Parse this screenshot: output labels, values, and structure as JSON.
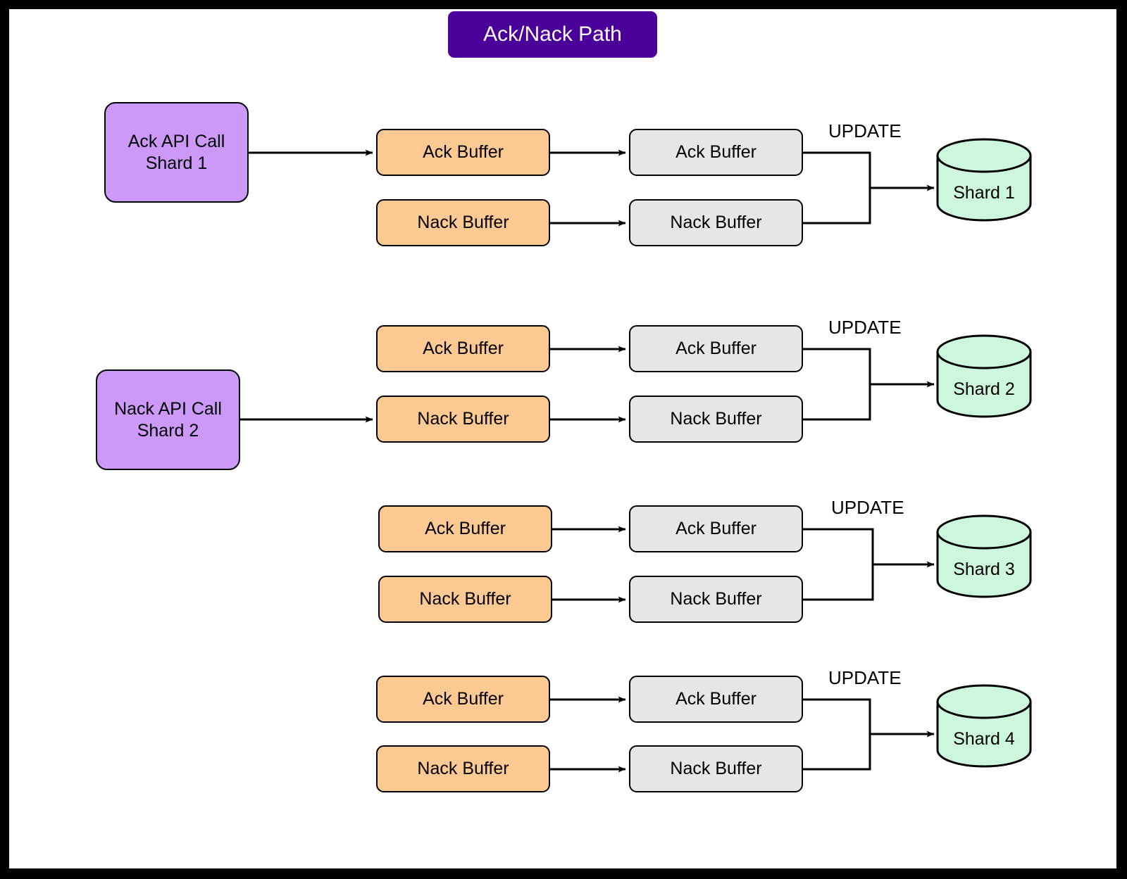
{
  "diagram": {
    "title": "Ack/Nack Path",
    "colors": {
      "title_banner": "#4b0099",
      "title_text": "#ffffff",
      "api_call": "#cc99f8",
      "buffer_source": "#fcc992",
      "buffer_target": "#e6e6e6",
      "shard_db": "#ccf7dd",
      "stroke": "#000000",
      "frame": "#000000",
      "background": "#ffffff"
    },
    "api_calls": [
      {
        "id": "ack-api-call-shard-1",
        "line1": "Ack API Call",
        "line2": "Shard 1",
        "label": "Ack API Call\nShard 1"
      },
      {
        "id": "nack-api-call-shard-2",
        "line1": "Nack API Call",
        "line2": "Shard 2",
        "label": "Nack API Call\nShard 2"
      }
    ],
    "edge_label": "UPDATE",
    "groups": [
      {
        "id": "group-shard-1",
        "shard": "Shard 1",
        "source_buffers": [
          {
            "id": "source-ack-buffer-1",
            "label": "Ack Buffer"
          },
          {
            "id": "source-nack-buffer-1",
            "label": "Nack Buffer"
          }
        ],
        "target_buffers": [
          {
            "id": "target-ack-buffer-1",
            "label": "Ack Buffer"
          },
          {
            "id": "target-nack-buffer-1",
            "label": "Nack Buffer"
          }
        ],
        "update_label": "UPDATE",
        "entry_from": "Ack API Call Shard 1",
        "entry_target": "Ack Buffer"
      },
      {
        "id": "group-shard-2",
        "shard": "Shard 2",
        "source_buffers": [
          {
            "id": "source-ack-buffer-2",
            "label": "Ack Buffer"
          },
          {
            "id": "source-nack-buffer-2",
            "label": "Nack Buffer"
          }
        ],
        "target_buffers": [
          {
            "id": "target-ack-buffer-2",
            "label": "Ack Buffer"
          },
          {
            "id": "target-nack-buffer-2",
            "label": "Nack Buffer"
          }
        ],
        "update_label": "UPDATE",
        "entry_from": "Nack API Call Shard 2",
        "entry_target": "Nack Buffer"
      },
      {
        "id": "group-shard-3",
        "shard": "Shard 3",
        "source_buffers": [
          {
            "id": "source-ack-buffer-3",
            "label": "Ack Buffer"
          },
          {
            "id": "source-nack-buffer-3",
            "label": "Nack Buffer"
          }
        ],
        "target_buffers": [
          {
            "id": "target-ack-buffer-3",
            "label": "Ack Buffer"
          },
          {
            "id": "target-nack-buffer-3",
            "label": "Nack Buffer"
          }
        ],
        "update_label": "UPDATE",
        "entry_from": null,
        "entry_target": null
      },
      {
        "id": "group-shard-4",
        "shard": "Shard 4",
        "source_buffers": [
          {
            "id": "source-ack-buffer-4",
            "label": "Ack Buffer"
          },
          {
            "id": "source-nack-buffer-4",
            "label": "Nack Buffer"
          }
        ],
        "target_buffers": [
          {
            "id": "target-ack-buffer-4",
            "label": "Ack Buffer"
          },
          {
            "id": "target-nack-buffer-4",
            "label": "Nack Buffer"
          }
        ],
        "update_label": "UPDATE",
        "entry_from": null,
        "entry_target": null
      }
    ],
    "shards": [
      {
        "id": "shard-db-1",
        "label": "Shard 1"
      },
      {
        "id": "shard-db-2",
        "label": "Shard 2"
      },
      {
        "id": "shard-db-3",
        "label": "Shard 3"
      },
      {
        "id": "shard-db-4",
        "label": "Shard 4"
      }
    ]
  }
}
